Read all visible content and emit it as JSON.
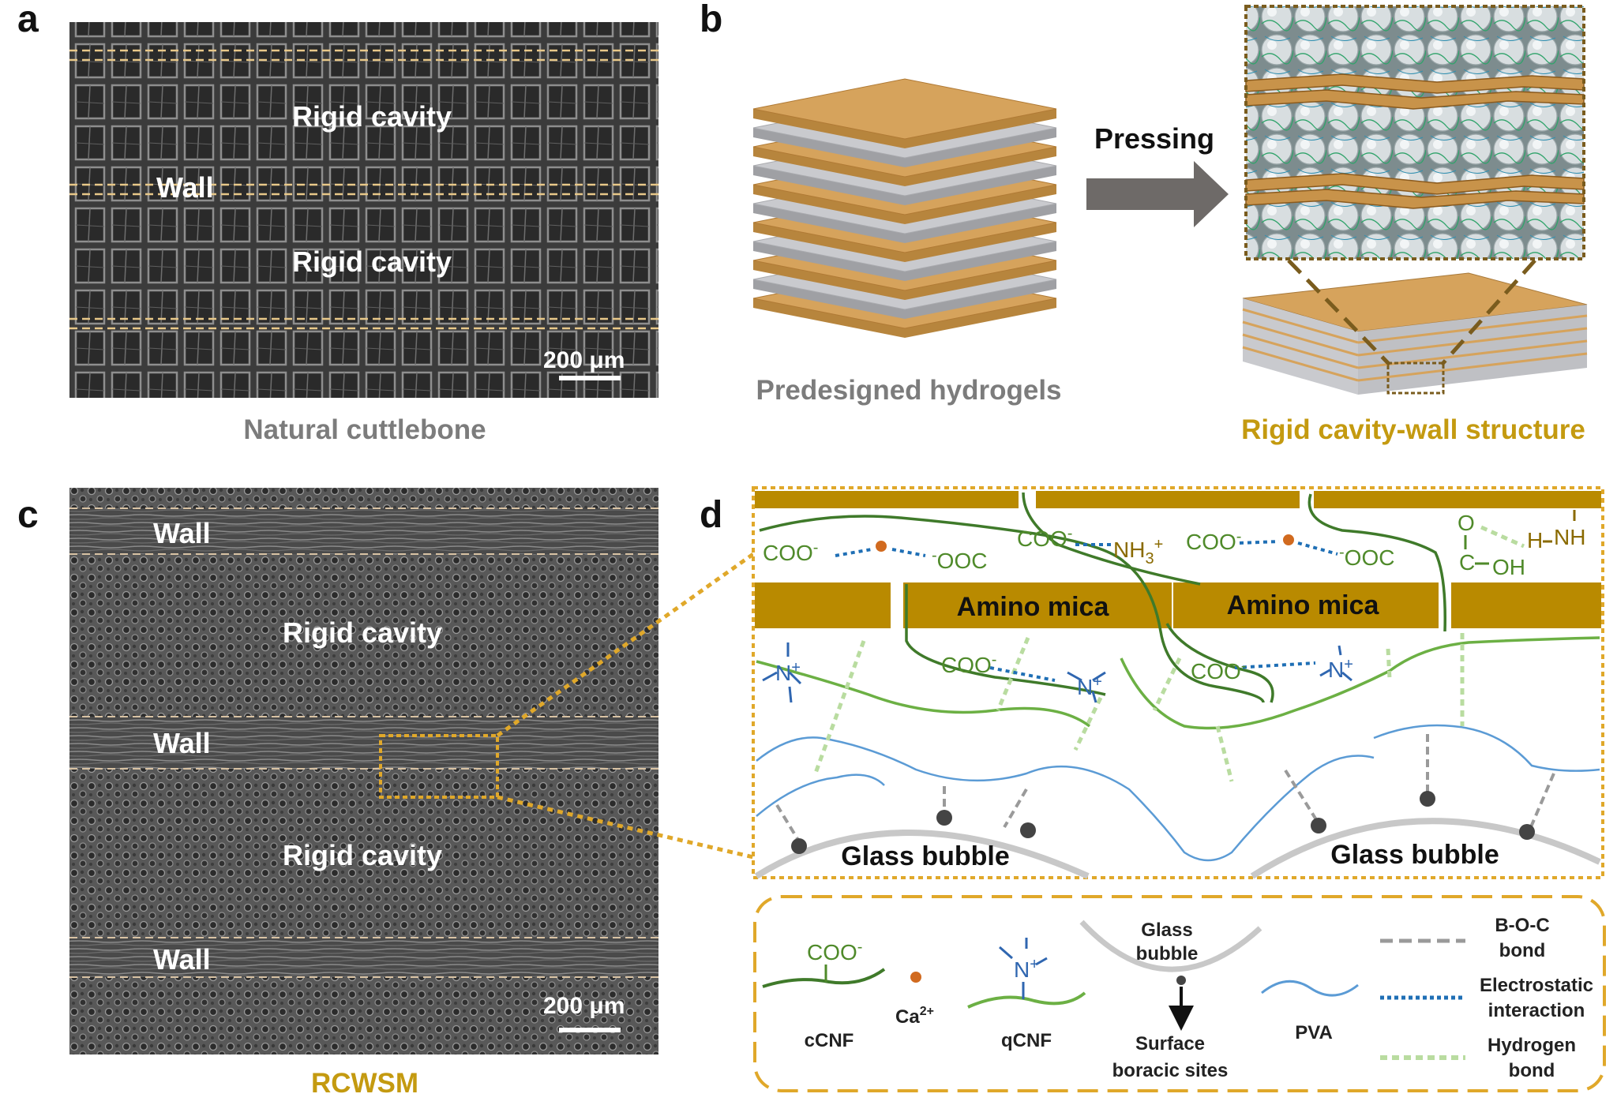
{
  "panel_labels": {
    "a": "a",
    "b": "b",
    "c": "c",
    "d": "d"
  },
  "panel_a": {
    "caption": "Natural cuttlebone",
    "labels": {
      "cavity_top": "Rigid cavity",
      "wall": "Wall",
      "cavity_bottom": "Rigid cavity"
    },
    "scale_bar": "200 μm"
  },
  "panel_b": {
    "arrow_label": "Pressing",
    "left_caption": "Predesigned hydrogels",
    "right_caption": "Rigid cavity-wall structure"
  },
  "panel_c": {
    "caption": "RCWSM",
    "labels": {
      "wall_1": "Wall",
      "cavity_1": "Rigid cavity",
      "wall_2": "Wall",
      "cavity_2": "Rigid cavity",
      "wall_3": "Wall"
    },
    "scale_bar": "200 μm"
  },
  "panel_d": {
    "mica_left": "Amino mica",
    "mica_right": "Amino mica",
    "glass_bubble_left": "Glass bubble",
    "glass_bubble_right": "Glass bubble",
    "chem": {
      "coo": "COO",
      "ooc": "OOC",
      "minus": "-",
      "nh3": "NH",
      "nh3_sub": "3",
      "plus": "+",
      "n": "N",
      "o": "O",
      "c": "C",
      "oh": "OH",
      "h": "H",
      "nh": "NH"
    },
    "legend": {
      "ccnf_group": "COO",
      "ccnf_group_sup": "-",
      "ccnf": "cCNF",
      "ca": "Ca",
      "ca_sup": "2+",
      "qcnf_group": "N",
      "qcnf_group_sup": "+",
      "qcnf": "qCNF",
      "glass_bubble_line1": "Glass",
      "glass_bubble_line2": "bubble",
      "surface_line1": "Surface",
      "surface_line2": "boracic sites",
      "pva": "PVA",
      "boc_line1": "B-O-C",
      "boc_line2": "bond",
      "electro_line1": "Electrostatic",
      "electro_line2": "interaction",
      "hbond_line1": "Hydrogen",
      "hbond_line2": "bond"
    }
  },
  "colors": {
    "gold": "#c49a10",
    "mica": "#b98a00",
    "ccnf_green": "#3f7a2a",
    "qcnf_green": "#6cb044",
    "pva_blue": "#5b9bd5",
    "electrostatic_blue": "#1f6fb5",
    "hbond_green": "#b9dca0",
    "boc_gray": "#9a9a9a",
    "caption_gray": "#7c7c7c",
    "plate_orange": "#d6a35c",
    "plate_gray": "#c9cace",
    "arrow_gray": "#6e6a68"
  }
}
